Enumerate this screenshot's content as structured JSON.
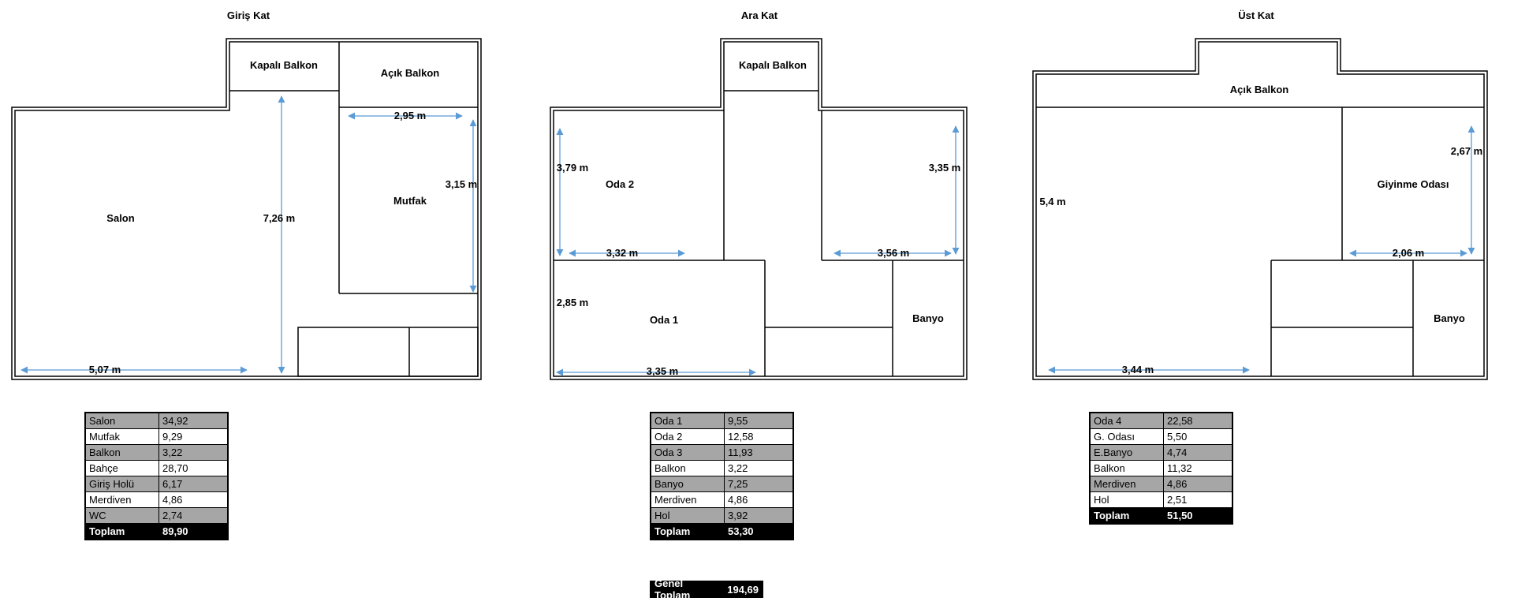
{
  "floors": [
    {
      "title": "Giriş Kat",
      "rooms": [
        "Kapalı Balkon",
        "Açık Balkon",
        "Salon",
        "Mutfak"
      ],
      "dims": [
        "2,95 m",
        "3,15 m",
        "7,26 m",
        "5,07 m"
      ],
      "table": [
        {
          "name": "Salon",
          "value": "34,92"
        },
        {
          "name": "Mutfak",
          "value": "9,29"
        },
        {
          "name": "Balkon",
          "value": "3,22"
        },
        {
          "name": "Bahçe",
          "value": "28,70"
        },
        {
          "name": "Giriş Holü",
          "value": "6,17"
        },
        {
          "name": "Merdiven",
          "value": "4,86"
        },
        {
          "name": "WC",
          "value": "2,74"
        }
      ],
      "total": {
        "name": "Toplam",
        "value": "89,90"
      }
    },
    {
      "title": "Ara Kat",
      "rooms": [
        "Kapalı Balkon",
        "Oda 2",
        "Oda 1",
        "Banyo"
      ],
      "dims": [
        "3,79 m",
        "3,32 m",
        "3,35 m",
        "3,56 m",
        "2,85 m",
        "3,35 m"
      ],
      "table": [
        {
          "name": "Oda 1",
          "value": "9,55"
        },
        {
          "name": "Oda 2",
          "value": "12,58"
        },
        {
          "name": "Oda 3",
          "value": "11,93"
        },
        {
          "name": "Balkon",
          "value": "3,22"
        },
        {
          "name": "Banyo",
          "value": "7,25"
        },
        {
          "name": "Merdiven",
          "value": "4,86"
        },
        {
          "name": "Hol",
          "value": "3,92"
        }
      ],
      "total": {
        "name": "Toplam",
        "value": "53,30"
      }
    },
    {
      "title": "Üst Kat",
      "rooms": [
        "Açık Balkon",
        "Giyinme Odası",
        "Banyo"
      ],
      "dims": [
        "2,67 m",
        "5,4 m",
        "2,06 m",
        "3,44 m"
      ],
      "table": [
        {
          "name": "Oda 4",
          "value": "22,58"
        },
        {
          "name": "G. Odası",
          "value": "5,50"
        },
        {
          "name": "E.Banyo",
          "value": "4,74"
        },
        {
          "name": "Balkon",
          "value": "11,32"
        },
        {
          "name": "Merdiven",
          "value": "4,86"
        },
        {
          "name": "Hol",
          "value": "2,51"
        }
      ],
      "total": {
        "name": "Toplam",
        "value": "51,50"
      }
    }
  ],
  "grand_total": {
    "label": "Genel Toplam",
    "value": "194,69"
  },
  "colors": {
    "wall": "#000000",
    "dimension": "#5b9bd5",
    "table_shade": "#a6a6a6",
    "total_bg": "#000000"
  }
}
